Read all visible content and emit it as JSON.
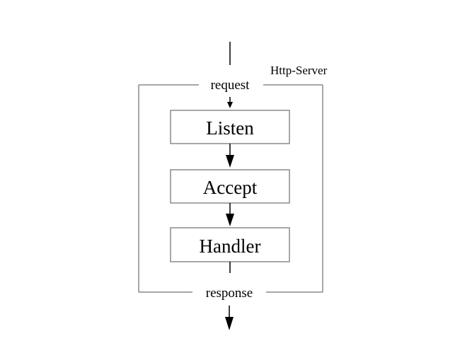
{
  "container_label": "Http-Server",
  "input_label": "request",
  "output_label": "response",
  "stages": [
    {
      "label": "Listen"
    },
    {
      "label": "Accept"
    },
    {
      "label": "Handler"
    }
  ],
  "colors": {
    "container_stroke": "#8a8a8a",
    "box_stroke": "#8a8a8a",
    "arrow": "#000000",
    "text": "#000000",
    "background": "#ffffff"
  }
}
